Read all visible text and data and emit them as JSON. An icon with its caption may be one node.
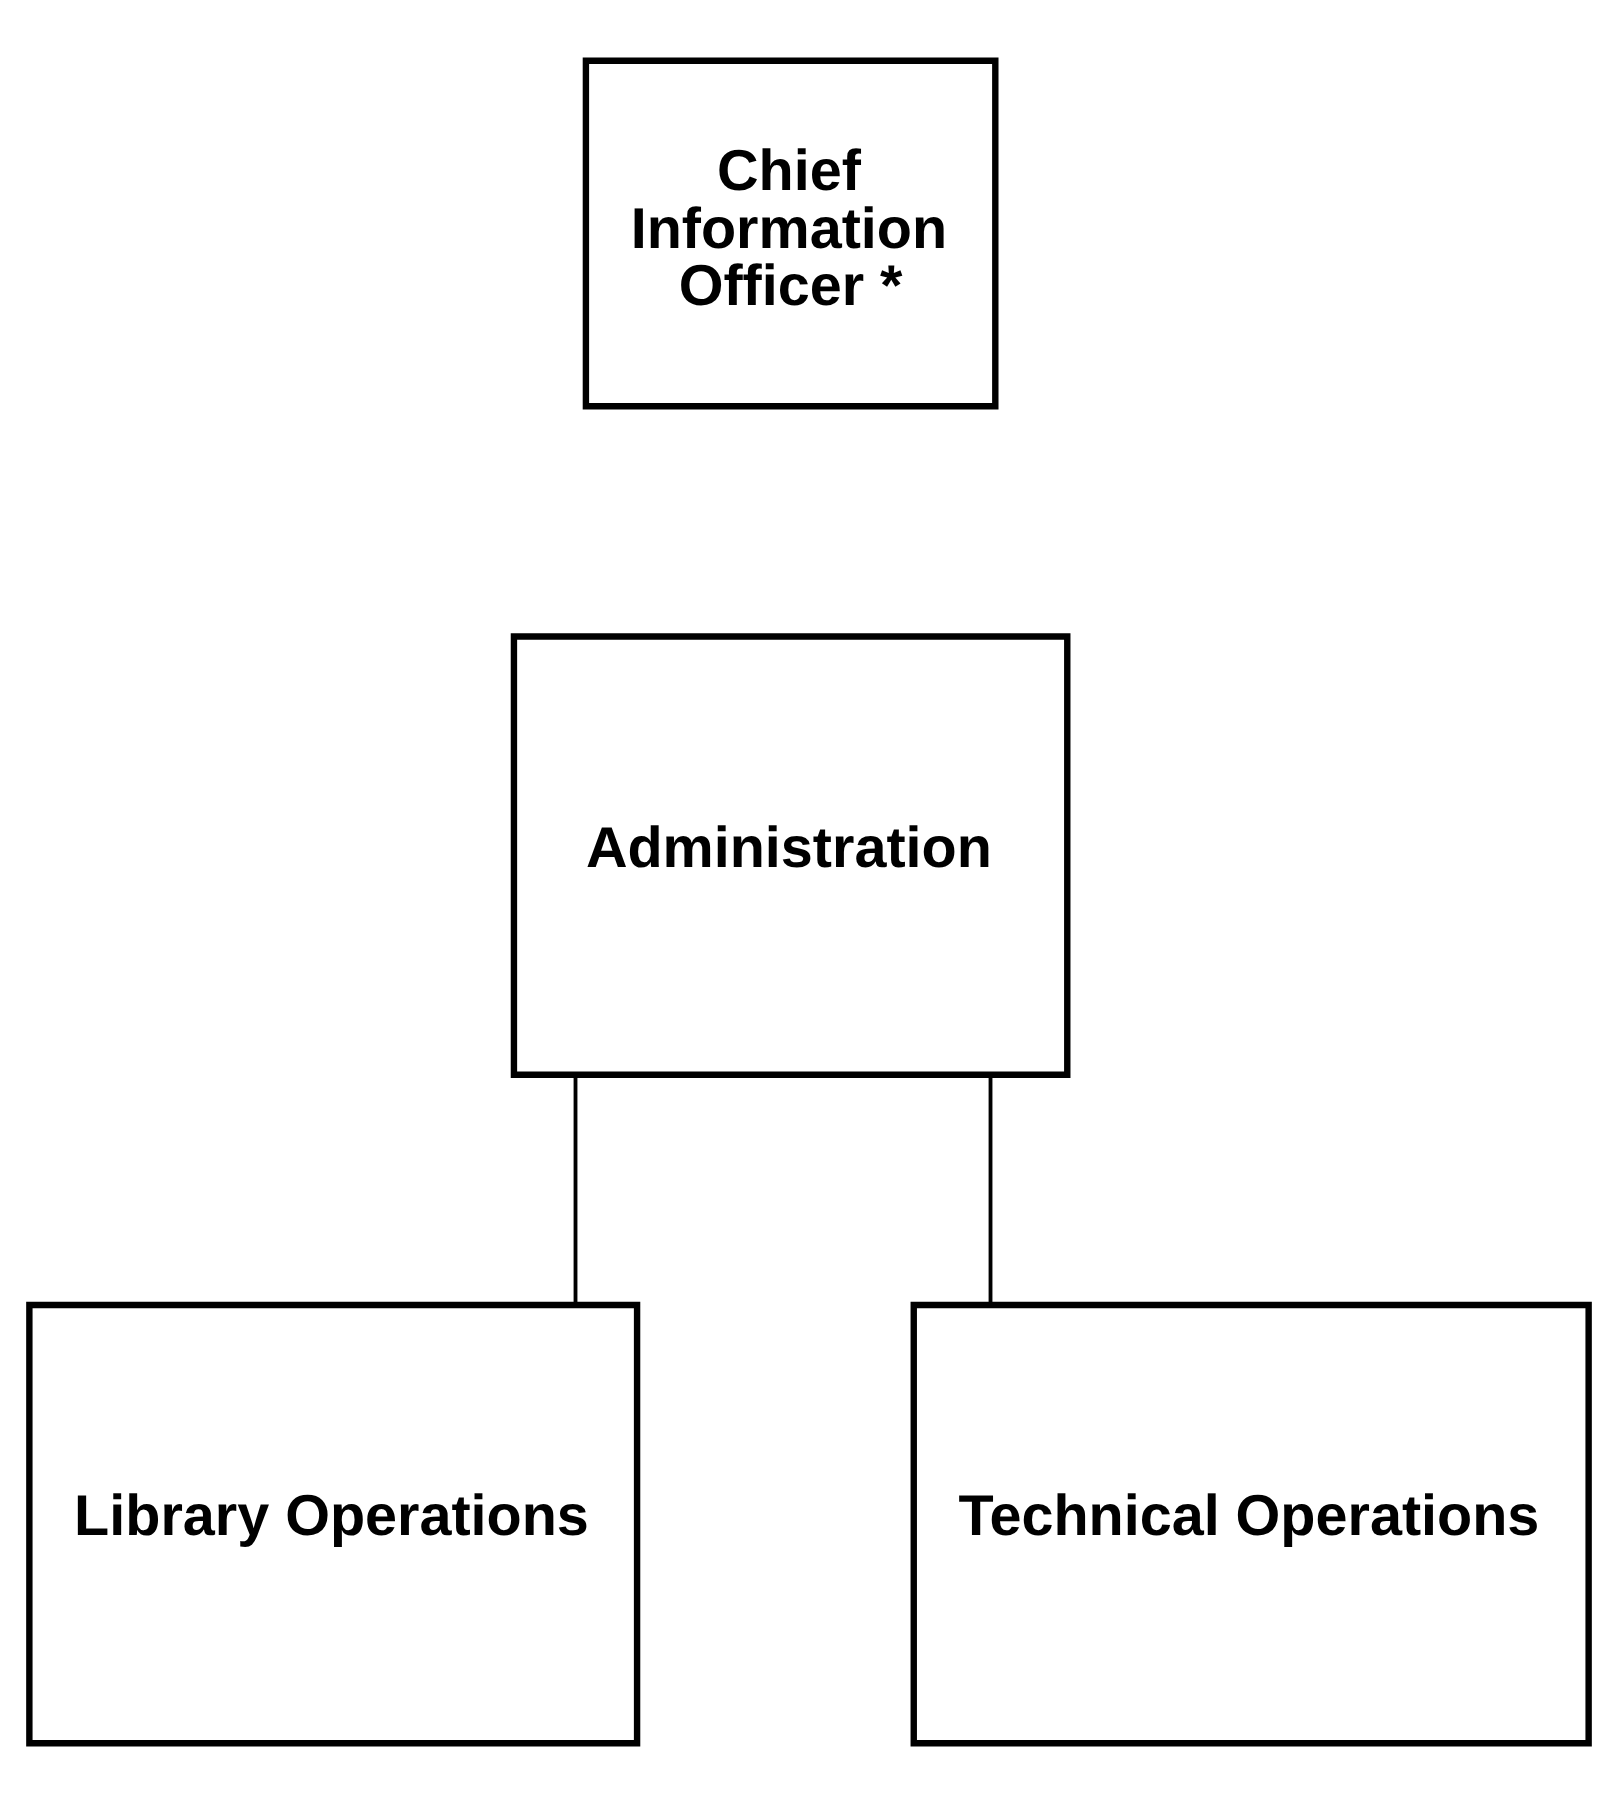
{
  "diagram": {
    "nodes": [
      {
        "text": [
          "Chief Information Officer *"
        ]
      },
      {
        "text": [
          "Administration"
        ]
      },
      {
        "text": [
          "Library Operations"
        ]
      },
      {
        "text": [
          "Technical Operations"
        ]
      }
    ],
    "edges": [
      {
        "from": 1,
        "to": 2,
        "arrow": "none"
      },
      {
        "from": 1,
        "to": 3,
        "arrow": "none"
      }
    ]
  }
}
